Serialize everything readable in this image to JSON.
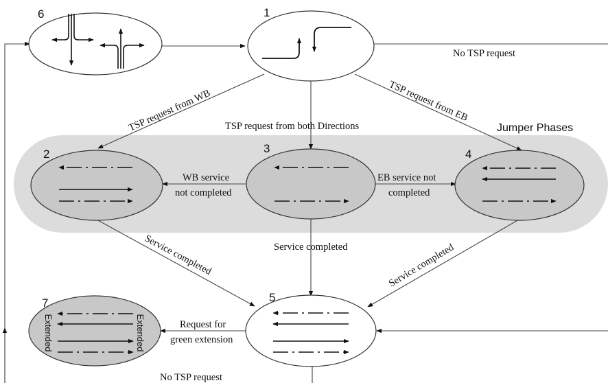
{
  "nodes": {
    "n6": {
      "number": "6"
    },
    "n1": {
      "number": "1"
    },
    "n2": {
      "number": "2"
    },
    "n3": {
      "number": "3"
    },
    "n4": {
      "number": "4"
    },
    "n5": {
      "number": "5"
    },
    "n7": {
      "number": "7",
      "side_left": "Extended",
      "side_right": "Extended"
    }
  },
  "group": {
    "title": "Jumper Phases"
  },
  "edges": {
    "no_tsp_top": "No TSP request",
    "tsp_wb": "TSP request from WB",
    "tsp_both": "TSP request from  both Directions",
    "tsp_eb": "TSP request from EB",
    "wb_not_completed_1": "WB service",
    "wb_not_completed_2": "not completed",
    "eb_not_completed_1": "EB service not",
    "eb_not_completed_2": "completed",
    "service_completed_left": "Service completed",
    "service_completed_mid": "Service completed",
    "service_completed_right": "Service completed",
    "green_ext_1": "Request for",
    "green_ext_2": "green extension",
    "no_tsp_bottom": "No TSP request"
  },
  "colors": {
    "group_fill": "#dcdcdc",
    "jumper_node_fill": "#c8c8c8",
    "stroke": "#333333"
  }
}
